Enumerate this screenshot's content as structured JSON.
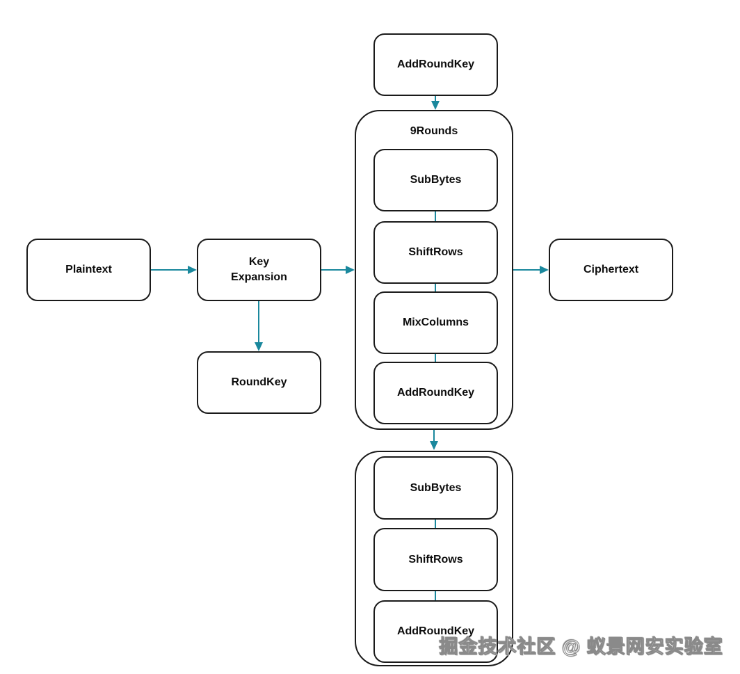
{
  "diagram": {
    "accent_color": "#1A889D",
    "border_color": "#1a1a1a",
    "nodes": {
      "initial_add_round_key": "AddRoundKey",
      "rounds_group_label": "9Rounds",
      "sub_bytes_1": "SubBytes",
      "shift_rows_1": "ShiftRows",
      "mix_columns": "MixColumns",
      "add_round_key_1": "AddRoundKey",
      "plaintext": "Plaintext",
      "key_expansion": "Key\nExpansion",
      "round_key": "RoundKey",
      "ciphertext": "Ciphertext",
      "sub_bytes_2": "SubBytes",
      "shift_rows_2": "ShiftRows",
      "add_round_key_2": "AddRoundKey"
    },
    "watermark": "掘金技术社区 @ 蚁景网安实验室"
  }
}
